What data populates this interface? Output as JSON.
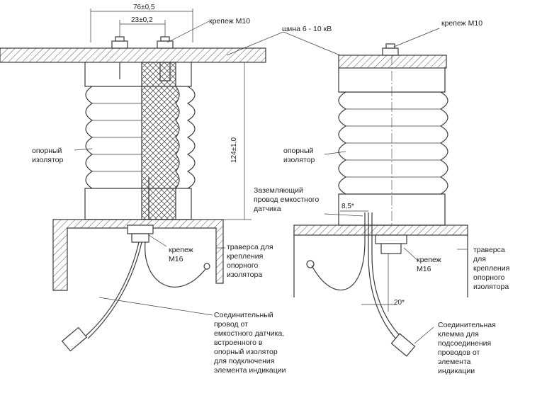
{
  "labels": {
    "dim_76": "76±0,5",
    "dim_23": "23±0,2",
    "dim_124": "124±1,0",
    "dim_8_5": "8,5*",
    "dim_20": "20*",
    "left_fastener_top": "крепеж М10",
    "right_fastener_top": "крепеж М10",
    "busbar": "шина 6 - 10 кВ",
    "left_insulator": [
      "опорный",
      "изолятор"
    ],
    "right_insulator": [
      "опорный",
      "изолятор"
    ],
    "grounding_wire": [
      "Заземляющий",
      "провод емкостного",
      "датчика"
    ],
    "left_fastener_m16": [
      "крепеж",
      "М16"
    ],
    "right_fastener_m16": [
      "крепеж",
      "М16"
    ],
    "left_traverse": [
      "траверса для",
      "крепления",
      "опорного",
      "изолятора"
    ],
    "right_traverse": [
      "траверса",
      "для",
      "крепления",
      "опорного",
      "изолятора"
    ],
    "connecting_wire": [
      "Соединительный",
      "провод от",
      "емкостного датчика,",
      "встроенного в",
      "опорный изолятор",
      "для подключения",
      "элемента индикации"
    ],
    "connecting_clamp": [
      "Соединительная",
      "клемма для",
      "подсоединения",
      "проводов от",
      "элемента",
      "индикации"
    ]
  },
  "colors": {
    "stroke": "#3a3a3a",
    "hatch": "#555555",
    "text": "#222222"
  }
}
